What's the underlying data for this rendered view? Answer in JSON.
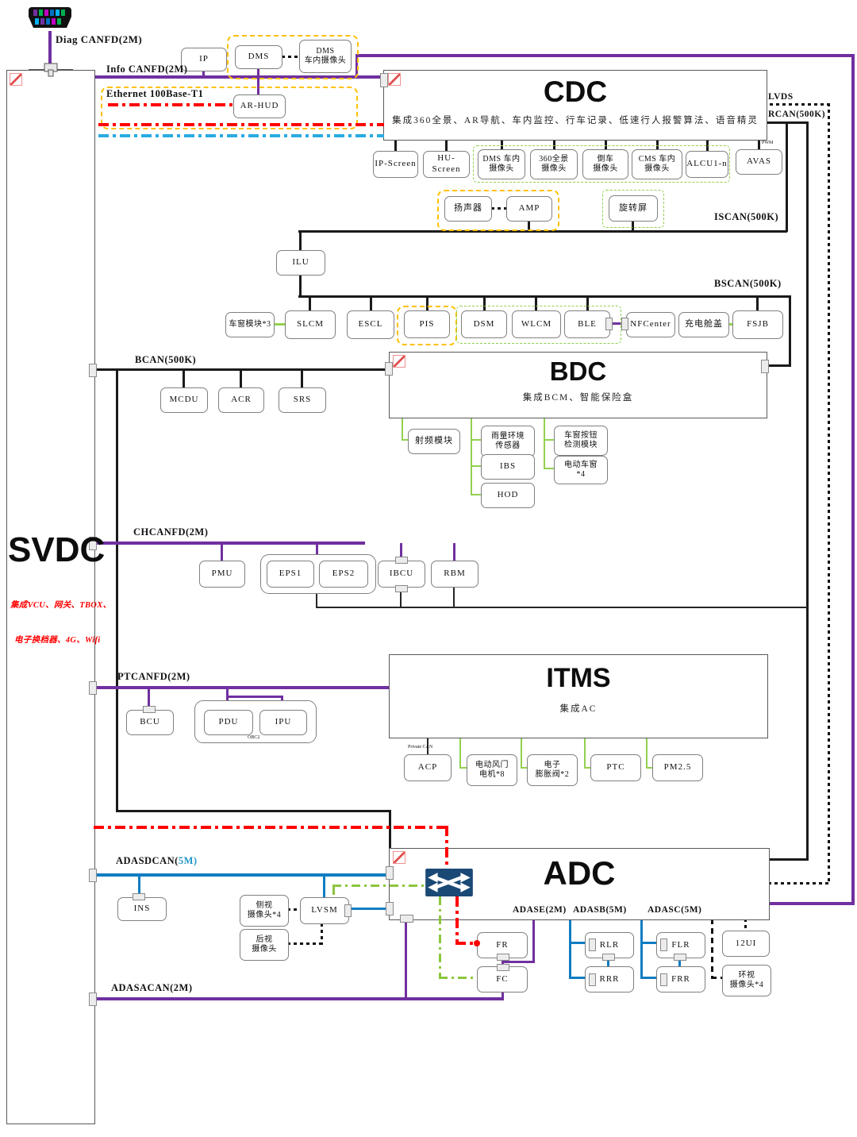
{
  "connector": {
    "diag_label": "Diag CANFD(2M)"
  },
  "buses": {
    "info_canfd": "Info CANFD(2M)",
    "ethernet": "Ethernet 100Base-T1",
    "bcan": "BCAN(500K)",
    "iscan": "ISCAN(500K)",
    "bscan": "BSCAN(500K)",
    "lvds": "LVDS",
    "rcan": "RCAN(500K)",
    "chcanfd": "CHCANFD(2M)",
    "ptcanfd": "PTCANFD(2M)",
    "adasdcan_a": "ADASDCAN(",
    "adasdcan_b": "5M)",
    "adase": "ADASE(2M)",
    "adasb": "ADASB(5M)",
    "adasc": "ADASC(5M)",
    "adasacan": "ADASACAN(2M)"
  },
  "labels": {
    "private_can": "Private CAN",
    "pwm": "PWM",
    "obc": "OBC2"
  },
  "domains": {
    "svdc": {
      "title": "SVDC",
      "desc1": "集成VCU、网关、TBOX、",
      "desc2": "电子换档器、4G、Wifi"
    },
    "cdc": {
      "title": "CDC",
      "desc": "集成360全景、AR导航、车内监控、行车记录、低速行人报警算法、语音精灵"
    },
    "bdc": {
      "title": "BDC",
      "desc": "集成BCM、智能保险盒"
    },
    "itms": {
      "title": "ITMS",
      "desc": "集成AC"
    },
    "adc": {
      "title": "ADC"
    }
  },
  "nodes": {
    "ip": "IP",
    "dms": "DMS",
    "dms_cam": "DMS\n车内摄像头",
    "ar_hud": "AR-HUD",
    "ip_screen": "IP-Screen",
    "hu_screen": "HU-Screen",
    "dms_cam2": "DMS 车内\n摄像头",
    "pano_cam": "360全景\n摄像头",
    "rear_cam": "倒车\n摄像头",
    "cms_cam": "CMS 车内\n摄像头",
    "alcu": "ALCU1-n",
    "avas": "AVAS",
    "speaker": "扬声器",
    "amp": "AMP",
    "rotate_screen": "旋转屏",
    "ilu": "ILU",
    "window_module": "车窗模块*3",
    "slcm": "SLCM",
    "escl": "ESCL",
    "pis": "PIS",
    "dsm": "DSM",
    "wlcm": "WLCM",
    "ble": "BLE",
    "nfcenter": "NFCenter",
    "charge_lid": "充电舱盖",
    "fsjb": "FSJB",
    "mcdu": "MCDU",
    "acr": "ACR",
    "srs": "SRS",
    "rf_module": "射频模块",
    "rain_sensor": "雨量环境\n传感器",
    "ibs": "IBS",
    "hod": "HOD",
    "window_btn": "车窗按钮\n检测模块",
    "power_window": "电动车窗\n*4",
    "pmu": "PMU",
    "eps1": "EPS1",
    "eps2": "EPS2",
    "ibcu": "IBCU",
    "rbm": "RBM",
    "bcu": "BCU",
    "pdu": "PDU",
    "ipu": "IPU",
    "acp": "ACP",
    "air_motor": "电动风门\n电机*8",
    "exp_valve": "电子\n膨胀阀*2",
    "ptc": "PTC",
    "pm25": "PM2.5",
    "ins": "INS",
    "side_cam": "侧视\n摄像头*4",
    "rear_view_cam": "后视\n摄像头",
    "lvsm": "LVSM",
    "fr": "FR",
    "fc": "FC",
    "rlr": "RLR",
    "rrr": "RRR",
    "flr": "FLR",
    "frr": "FRR",
    "ui12": "12UI",
    "surround_cam": "环视\n摄像头*4"
  },
  "colors": {
    "purple": "#7030a0",
    "red": "#ff0000",
    "cyan": "#29abe2",
    "green": "#92d050",
    "lime": "#8cc63e",
    "blue": "#0f7dc2",
    "yellow": "#ffc000",
    "navy": "#1b4976"
  }
}
